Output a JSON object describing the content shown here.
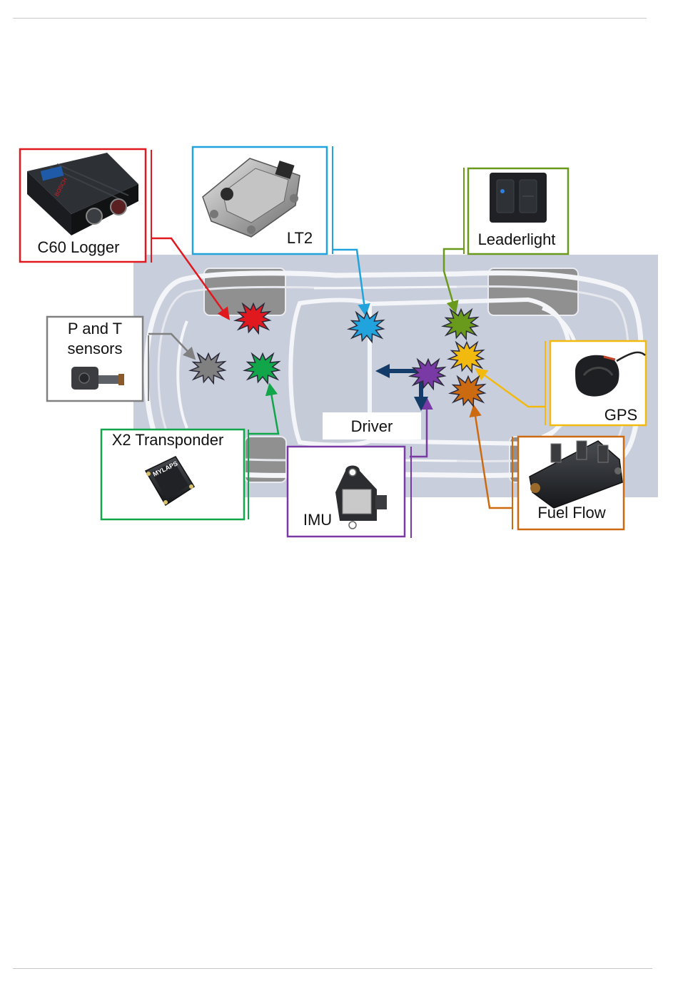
{
  "labels": {
    "c60_logger": "C60 Logger",
    "lt2": "LT2",
    "leaderlight": "Leaderlight",
    "p_and_t_line1": "P and T",
    "p_and_t_line2": "sensors",
    "gps": "GPS",
    "driver": "Driver",
    "x2_transponder": "X2 Transponder",
    "imu": "IMU",
    "fuel_flow": "Fuel Flow"
  },
  "product_marks": {
    "c60_brand": "BOSCH",
    "x2_brand": "MYLAPS"
  },
  "colors": {
    "c60_logger": "#e0191f",
    "lt2": "#21a3dd",
    "leaderlight": "#6a9a1c",
    "p_and_t": "#808080",
    "x2_transponder": "#12a64a",
    "imu": "#7a3aa6",
    "gps": "#f2b90f",
    "fuel_flow": "#cc6a12",
    "driver_arrows": "#143c6a",
    "car_background": "#c9cedc"
  },
  "icons": [
    "burst-marker",
    "ecu-logger-device",
    "lt2-sensor-device",
    "digit-display-device",
    "pressure-sensor-device",
    "transponder-device",
    "imu-sensor-device",
    "gps-antenna-device",
    "fuel-flow-meter-device"
  ]
}
